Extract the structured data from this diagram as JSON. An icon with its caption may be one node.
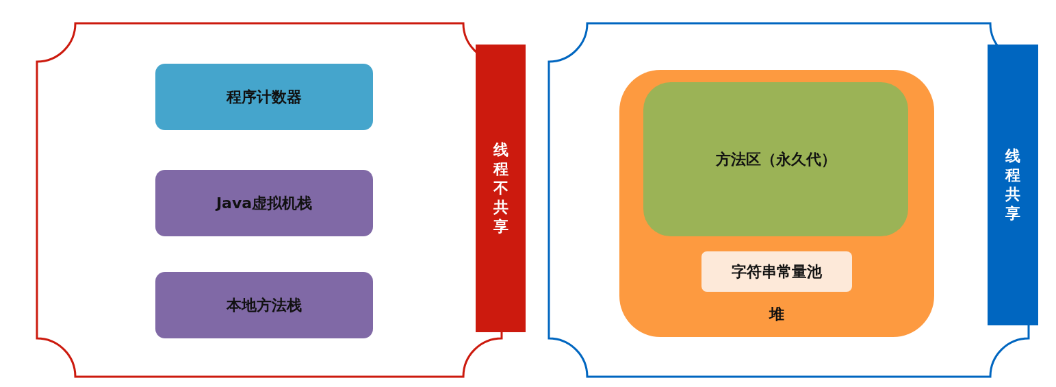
{
  "diagram": {
    "nodes": [
      {
        "text": [],
        "shape": "box"
      },
      {
        "text": [
          "程序计数器"
        ],
        "in": 0
      },
      {
        "text": [
          "Java虚拟机栈"
        ],
        "in": 0
      },
      {
        "text": [
          "本地方法栈"
        ],
        "in": 0
      },
      {
        "text": [
          "线程不共享"
        ]
      },
      {
        "text": [],
        "shape": "box"
      },
      {
        "text": [
          "堆"
        ],
        "in": 5
      },
      {
        "text": [
          "方法区（永久代）"
        ],
        "in": 6
      },
      {
        "text": [
          "字符串常量池"
        ],
        "in": 6
      },
      {
        "text": [
          "线程共享"
        ]
      }
    ],
    "edges": []
  }
}
